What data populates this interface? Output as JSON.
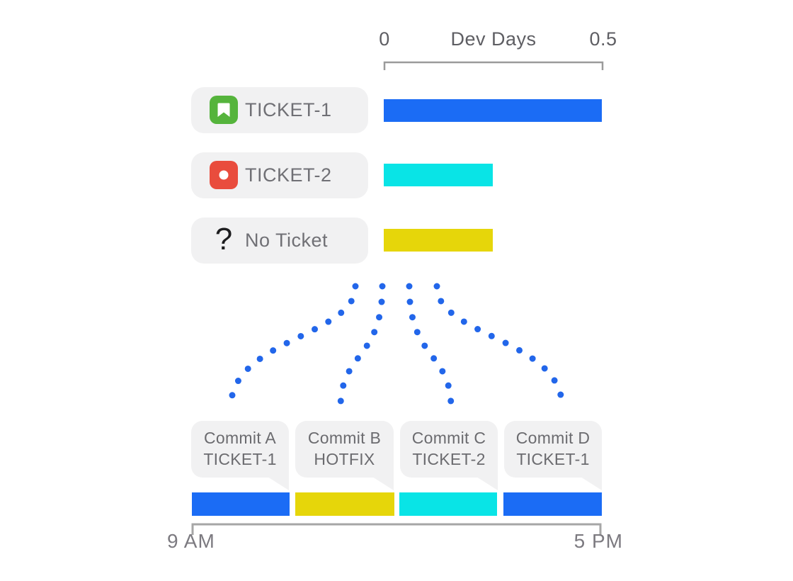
{
  "top_axis": {
    "min": "0",
    "label": "Dev Days",
    "max": "0.5"
  },
  "tickets": [
    {
      "label": "TICKET-1",
      "icon": "bookmark-icon",
      "icon_color": "#55b43c",
      "bar_color": "#1b6cf5",
      "dev_days": 0.5
    },
    {
      "label": "TICKET-2",
      "icon": "record-icon",
      "icon_color": "#e94c3d",
      "bar_color": "#09e4e6",
      "dev_days": 0.25
    },
    {
      "label": "No Ticket",
      "icon": "question-icon",
      "icon_glyph": "?",
      "icon_color": "#1d1d1f",
      "bar_color": "#e6d60a",
      "dev_days": 0.25
    }
  ],
  "commits": [
    {
      "title": "Commit A",
      "ticket": "TICKET-1",
      "color": "#1b6cf5"
    },
    {
      "title": "Commit B",
      "ticket": "HOTFIX",
      "color": "#e6d60a"
    },
    {
      "title": "Commit C",
      "ticket": "TICKET-2",
      "color": "#09e4e6"
    },
    {
      "title": "Commit D",
      "ticket": "TICKET-1",
      "color": "#1b6cf5"
    }
  ],
  "bottom_axis": {
    "start": "9 AM",
    "end": "5 PM"
  },
  "connector_color": "#2266ea",
  "chart_data": [
    {
      "type": "bar",
      "title": "Dev Days",
      "categories": [
        "TICKET-1",
        "TICKET-2",
        "No Ticket"
      ],
      "values": [
        0.5,
        0.25,
        0.25
      ],
      "xlabel": "Dev Days",
      "ylabel": "",
      "xlim": [
        0,
        0.5
      ],
      "orientation": "horizontal",
      "grid": false,
      "colors": [
        "#1b6cf5",
        "#09e4e6",
        "#e6d60a"
      ]
    },
    {
      "type": "table",
      "title": "Commit timeline 9 AM - 5 PM",
      "categories": [
        "Commit A",
        "Commit B",
        "Commit C",
        "Commit D"
      ],
      "values": [
        "TICKET-1",
        "HOTFIX",
        "TICKET-2",
        "TICKET-1"
      ],
      "colors": [
        "#1b6cf5",
        "#e6d60a",
        "#09e4e6",
        "#1b6cf5"
      ]
    }
  ]
}
